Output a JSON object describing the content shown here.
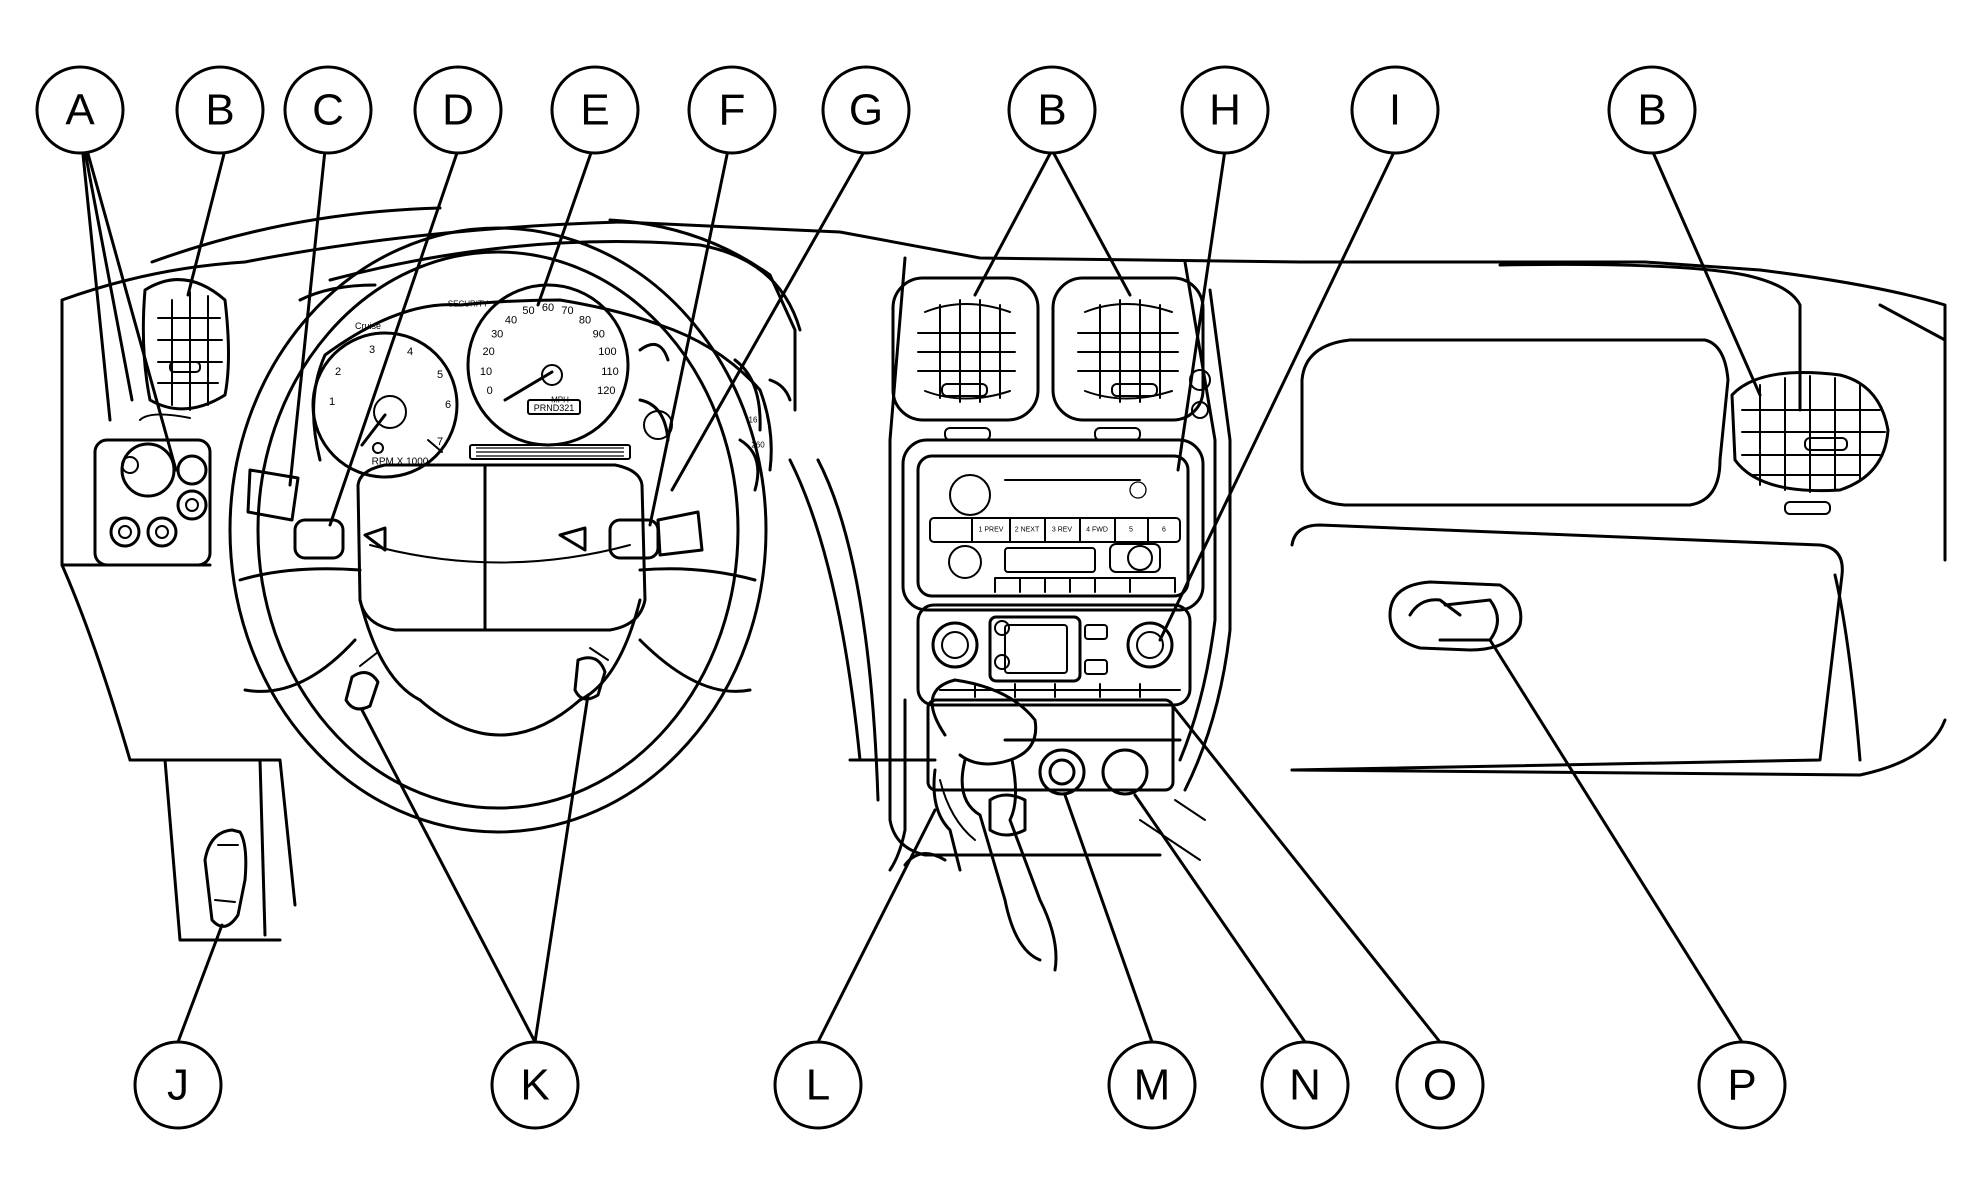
{
  "callouts": [
    {
      "id": "A",
      "label": "A"
    },
    {
      "id": "B1",
      "label": "B"
    },
    {
      "id": "C",
      "label": "C"
    },
    {
      "id": "D",
      "label": "D"
    },
    {
      "id": "E",
      "label": "E"
    },
    {
      "id": "F",
      "label": "F"
    },
    {
      "id": "G",
      "label": "G"
    },
    {
      "id": "B2",
      "label": "B"
    },
    {
      "id": "H",
      "label": "H"
    },
    {
      "id": "I",
      "label": "I"
    },
    {
      "id": "B3",
      "label": "B"
    },
    {
      "id": "J",
      "label": "J"
    },
    {
      "id": "K",
      "label": "K"
    },
    {
      "id": "L",
      "label": "L"
    },
    {
      "id": "M",
      "label": "M"
    },
    {
      "id": "N",
      "label": "N"
    },
    {
      "id": "O",
      "label": "O"
    },
    {
      "id": "P",
      "label": "P"
    }
  ],
  "cluster": {
    "speedo_ticks": [
      "0",
      "10",
      "20",
      "30",
      "40",
      "50",
      "60",
      "70",
      "80",
      "90",
      "100",
      "110",
      "120"
    ],
    "speedo_unit": "MPH",
    "tach_unit": "RPM X 1000",
    "prndl": "PRND321",
    "lamp_cruise": "Cruise",
    "lamp_security": "SECURITY"
  },
  "radio": {
    "presets": [
      "1 PREV",
      "2 NEXT",
      "3 REV",
      "4 FWD",
      "5",
      "6"
    ]
  }
}
